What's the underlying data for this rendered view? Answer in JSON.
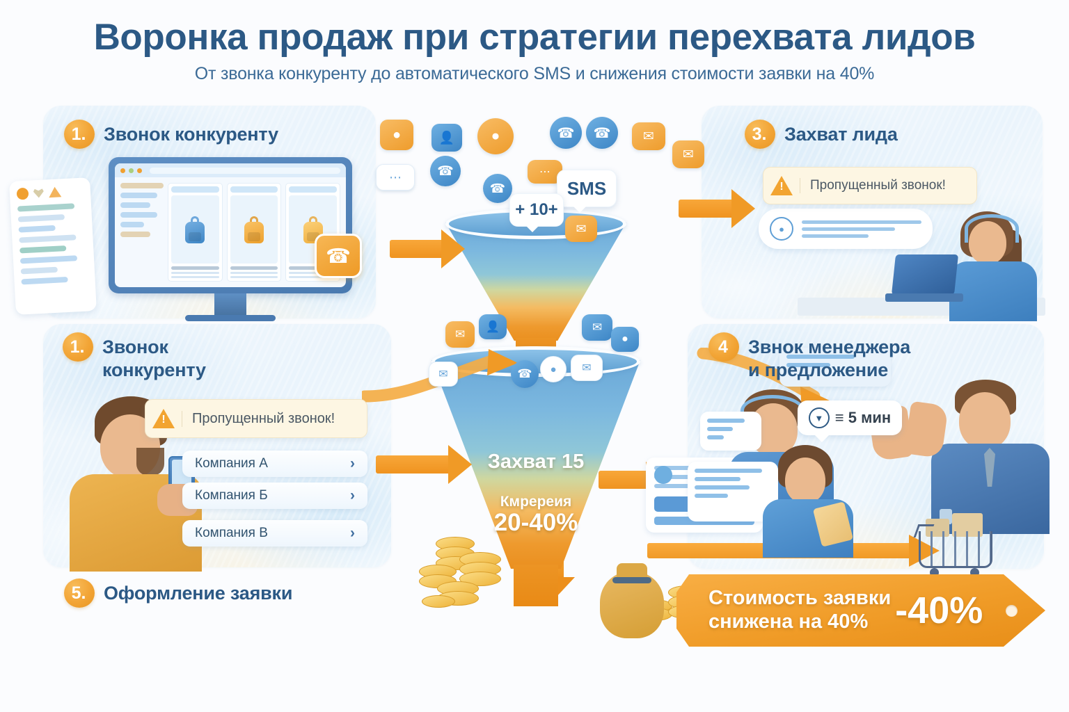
{
  "header": {
    "title": "Воронка продаж при стратегии перехвата лидов",
    "subtitle": "От звонка конкуренту до автоматического SMS и снижения стоимости заявки на 40%"
  },
  "colors": {
    "title_navy": "#2c5985",
    "accent_orange": "#f0a030",
    "funnel_blue": "#6aa8d8",
    "funnel_orange": "#ea8f1f",
    "panel_bg": "#eaf4fc",
    "page_bg": "#fbfcfe"
  },
  "steps": [
    {
      "number": "1.",
      "label": "Звонок конкуренту"
    },
    {
      "number": "3.",
      "label": "Захват лида"
    },
    {
      "number": "1.",
      "label": "Звонок\nконкуренту"
    },
    {
      "number": "4",
      "label": "Звонок менеджера\nи предложение"
    },
    {
      "number": "5.",
      "label": "Оформление заявки"
    }
  ],
  "step1": {
    "number": "1.",
    "label": "Звонок конкуренту",
    "phone_icon": "phone-icon"
  },
  "step3": {
    "number": "3.",
    "label": "Захват лида",
    "alert_text": "Пропущенный звонок!",
    "alert_icon": "warning-triangle-icon"
  },
  "step1b": {
    "number": "1.",
    "label_line1": "Звонок",
    "label_line2": "конкуренту",
    "alert_text": "Пропущенный звонок!",
    "alert_icon": "warning-triangle-icon",
    "companies": [
      {
        "name": "Компания А",
        "chevron": "›"
      },
      {
        "name": "Компания Б",
        "chevron": "›"
      },
      {
        "name": "Компания В",
        "chevron": "›"
      }
    ]
  },
  "step4": {
    "number": "4",
    "label_line1": "Звнок менеджера",
    "label_line2": "и предложение",
    "time_badge": "≡ 5 мин",
    "clock_icon": "clock-icon"
  },
  "step5": {
    "number": "5.",
    "label": "Оформление заявки"
  },
  "funnel_top": {
    "sms_label": "SMS",
    "count_label": "+ 10+"
  },
  "funnel_bottom": {
    "capture_label": "Захват 15",
    "conversion_label": "Кмререия",
    "conversion_value": "20-40%"
  },
  "banner": {
    "line1": "Стоимость заявки",
    "line2": "снижена на 40%",
    "percent": "-40%"
  }
}
